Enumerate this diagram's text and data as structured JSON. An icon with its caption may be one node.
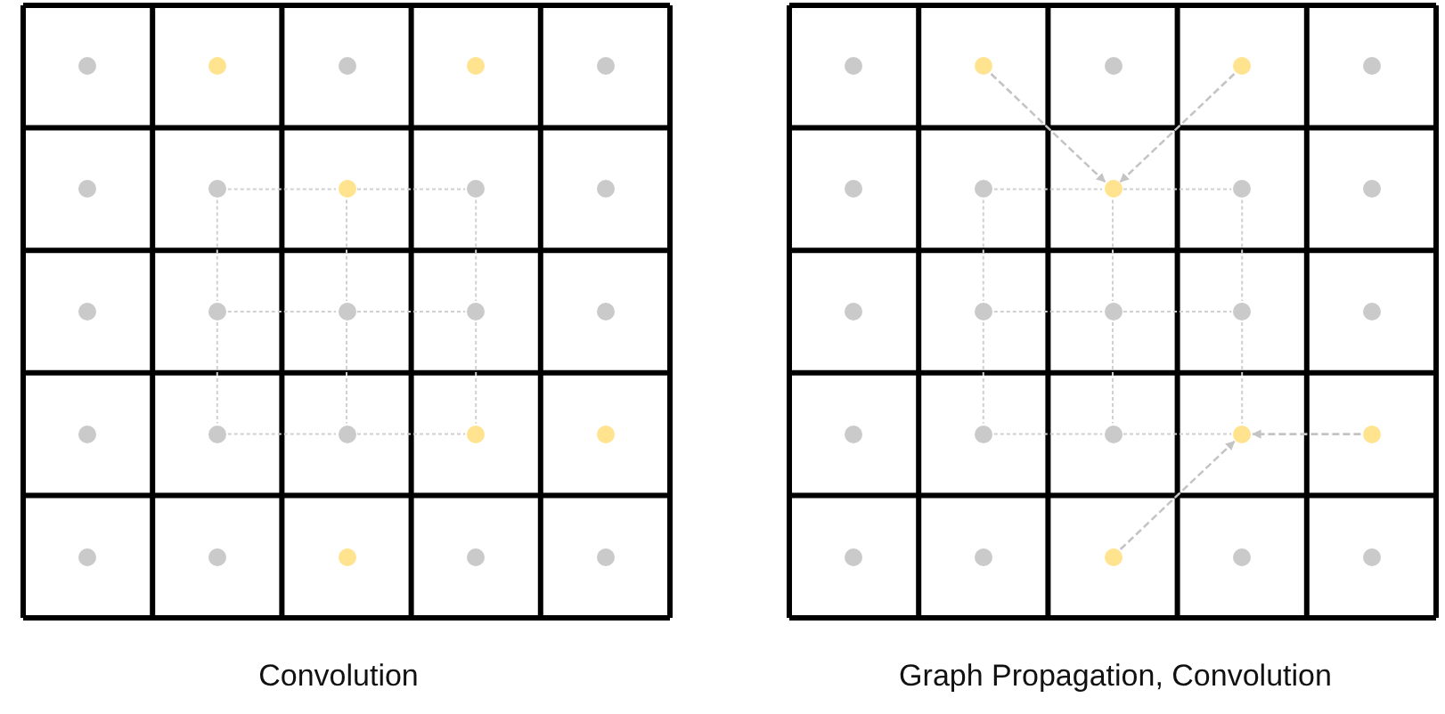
{
  "diagram": {
    "nodes": [
      {
        "text": [],
        "shape": "circle"
      },
      {
        "text": [],
        "shape": "circle"
      },
      {
        "text": [],
        "shape": "circle"
      },
      {
        "text": [],
        "shape": "circle"
      },
      {
        "text": [],
        "shape": "circle"
      },
      {
        "text": [],
        "shape": "circle"
      },
      {
        "text": [],
        "shape": "circle"
      },
      {
        "text": [],
        "shape": "circle"
      },
      {
        "text": [],
        "shape": "circle"
      },
      {
        "text": [],
        "shape": "circle"
      },
      {
        "text": [],
        "shape": "circle"
      },
      {
        "text": [],
        "shape": "circle"
      },
      {
        "text": [],
        "shape": "circle"
      },
      {
        "text": [],
        "shape": "circle"
      },
      {
        "text": [],
        "shape": "circle"
      },
      {
        "text": [],
        "shape": "circle"
      },
      {
        "text": [],
        "shape": "circle"
      },
      {
        "text": [],
        "shape": "circle"
      },
      {
        "text": [],
        "shape": "circle"
      },
      {
        "text": [],
        "shape": "circle"
      },
      {
        "text": [],
        "shape": "circle"
      },
      {
        "text": [],
        "shape": "circle"
      },
      {
        "text": [],
        "shape": "circle"
      },
      {
        "text": [],
        "shape": "circle"
      },
      {
        "text": [],
        "shape": "circle"
      },
      {
        "text": [],
        "shape": "circle"
      },
      {
        "text": [],
        "shape": "circle"
      },
      {
        "text": [],
        "shape": "circle"
      },
      {
        "text": [],
        "shape": "circle"
      },
      {
        "text": [],
        "shape": "circle"
      },
      {
        "text": [],
        "shape": "circle"
      },
      {
        "text": [],
        "shape": "circle"
      },
      {
        "text": [],
        "shape": "circle"
      },
      {
        "text": [],
        "shape": "circle"
      },
      {
        "text": [],
        "shape": "circle"
      },
      {
        "text": [],
        "shape": "circle"
      },
      {
        "text": [],
        "shape": "circle"
      },
      {
        "text": [],
        "shape": "circle"
      },
      {
        "text": [],
        "shape": "circle"
      },
      {
        "text": [],
        "shape": "circle"
      },
      {
        "text": [],
        "shape": "circle"
      },
      {
        "text": [],
        "shape": "circle"
      },
      {
        "text": [],
        "shape": "circle"
      },
      {
        "text": [],
        "shape": "circle"
      },
      {
        "text": [],
        "shape": "circle"
      },
      {
        "text": [],
        "shape": "circle"
      },
      {
        "text": [],
        "shape": "circle"
      },
      {
        "text": [],
        "shape": "circle"
      },
      {
        "text": [],
        "shape": "circle"
      },
      {
        "text": [],
        "shape": "circle"
      }
    ],
    "edges": [
      {
        "from": 6,
        "to": 7,
        "arrow": "none",
        "style": "dashed"
      },
      {
        "from": 7,
        "to": 8,
        "arrow": "none",
        "style": "dashed"
      },
      {
        "from": 11,
        "to": 12,
        "arrow": "none",
        "style": "dashed"
      },
      {
        "from": 12,
        "to": 13,
        "arrow": "none",
        "style": "dashed"
      },
      {
        "from": 16,
        "to": 17,
        "arrow": "none",
        "style": "dashed"
      },
      {
        "from": 17,
        "to": 18,
        "arrow": "none",
        "style": "dashed"
      },
      {
        "from": 6,
        "to": 11,
        "arrow": "none",
        "style": "dashed"
      },
      {
        "from": 11,
        "to": 16,
        "arrow": "none",
        "style": "dashed"
      },
      {
        "from": 7,
        "to": 12,
        "arrow": "none",
        "style": "dashed"
      },
      {
        "from": 12,
        "to": 17,
        "arrow": "none",
        "style": "dashed"
      },
      {
        "from": 8,
        "to": 13,
        "arrow": "none",
        "style": "dashed"
      },
      {
        "from": 13,
        "to": 18,
        "arrow": "none",
        "style": "dashed"
      },
      {
        "from": 31,
        "to": 32,
        "arrow": "none",
        "style": "dashed"
      },
      {
        "from": 32,
        "to": 33,
        "arrow": "none",
        "style": "dashed"
      },
      {
        "from": 36,
        "to": 37,
        "arrow": "none",
        "style": "dashed"
      },
      {
        "from": 37,
        "to": 38,
        "arrow": "none",
        "style": "dashed"
      },
      {
        "from": 41,
        "to": 42,
        "arrow": "none",
        "style": "dashed"
      },
      {
        "from": 42,
        "to": 43,
        "arrow": "none",
        "style": "dashed"
      },
      {
        "from": 31,
        "to": 36,
        "arrow": "none",
        "style": "dashed"
      },
      {
        "from": 36,
        "to": 41,
        "arrow": "none",
        "style": "dashed"
      },
      {
        "from": 32,
        "to": 37,
        "arrow": "none",
        "style": "dashed"
      },
      {
        "from": 37,
        "to": 42,
        "arrow": "none",
        "style": "dashed"
      },
      {
        "from": 33,
        "to": 38,
        "arrow": "none",
        "style": "dashed"
      },
      {
        "from": 38,
        "to": 43,
        "arrow": "none",
        "style": "dashed"
      },
      {
        "from": 26,
        "to": 32,
        "arrow": "to",
        "style": "dashed"
      },
      {
        "from": 28,
        "to": 32,
        "arrow": "to",
        "style": "dashed"
      },
      {
        "from": 44,
        "to": 43,
        "arrow": "to",
        "style": "dashed"
      },
      {
        "from": 47,
        "to": 43,
        "arrow": "to",
        "style": "dashed"
      }
    ],
    "labels": [
      "Convolution",
      "Graph Propagation, Convolution"
    ]
  }
}
